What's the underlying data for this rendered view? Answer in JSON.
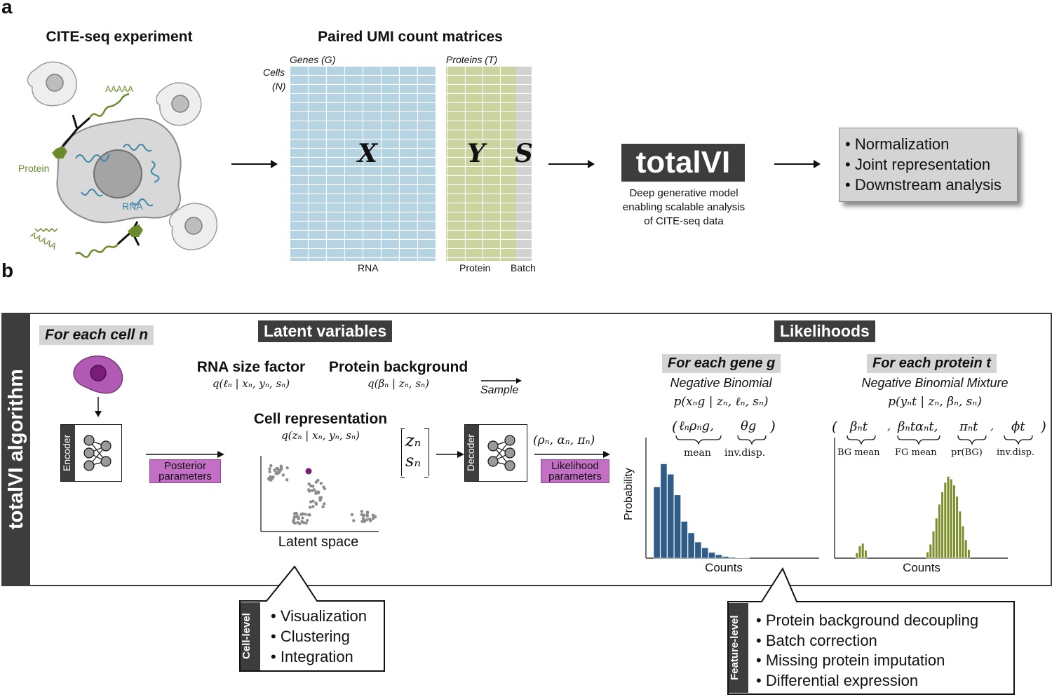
{
  "panel_a": {
    "letter": "a",
    "experiment_title": "CITE-seq experiment",
    "polyA_label": "AAAAA",
    "polyA_label_2": "AAAAA",
    "protein_label": "Protein",
    "rna_label": "RNA",
    "matrices_title": "Paired UMI count matrices",
    "genes_label": "Genes (G)",
    "proteins_label": "Proteins (T)",
    "cells_label_1": "Cells",
    "cells_label_2": "(N)",
    "matrix_x": "X",
    "matrix_y": "Y",
    "matrix_s": "S",
    "rna_caption": "RNA",
    "protein_caption": "Protein",
    "batch_caption": "Batch",
    "brand": "totalVI",
    "brand_desc": [
      "Deep generative model",
      "enabling scalable analysis",
      "of CITE-seq data"
    ],
    "outputs": [
      "Normalization",
      "Joint representation",
      "Downstream analysis"
    ],
    "colors": {
      "rna": "#b6d3e2",
      "protein": "#cbd39f",
      "batch": "#d2d2d2",
      "brand_bg": "#3d3d3d"
    }
  },
  "panel_b": {
    "letter": "b",
    "side_title": "totalVI algorithm",
    "for_each_cell": "For each cell n",
    "latent_header": "Latent variables",
    "likelihood_header": "Likelihoods",
    "encoder": "Encoder",
    "decoder": "Decoder",
    "posterior_params": [
      "Posterior",
      "parameters"
    ],
    "likelihood_params": [
      "Likelihood",
      "parameters"
    ],
    "rna_size_title": "RNA size factor",
    "rna_size_formula": "q(ℓₙ | xₙ, yₙ, sₙ)",
    "protein_bg_title": "Protein background",
    "protein_bg_formula": "q(βₙ | zₙ, sₙ)",
    "sample_label": "Sample",
    "cell_rep_title": "Cell representation",
    "cell_rep_formula": "q(zₙ | xₙ, yₙ, sₙ)",
    "latent_space": "Latent space",
    "zn": "zₙ",
    "sn": "sₙ",
    "decoder_out": "(ρₙ, αₙ, πₙ)",
    "gene_header": "For each gene g",
    "gene_dist": "Negative Binomial",
    "gene_formula": "p(xₙg | zₙ, ℓₙ, sₙ)",
    "gene_params_open": "(",
    "gene_param_mean": "ℓₙρₙg,",
    "gene_param_disp": "θg",
    "gene_params_close": ")",
    "gene_mean_label": "mean",
    "gene_disp_label": "inv.disp.",
    "protein_header": "For each protein t",
    "protein_dist": "Negative Binomial Mixture",
    "protein_formula": "p(yₙt | zₙ, βₙ, sₙ)",
    "protein_params_open": "(",
    "protein_param_bg": "βₙt",
    "protein_param_fg": "βₙtαₙt,",
    "protein_param_pi": "πₙt",
    "protein_param_phi": "ϕt",
    "protein_params_close": ")",
    "protein_bg_label": "BG mean",
    "protein_fg_label": "FG mean",
    "protein_pi_label": "pr(BG)",
    "protein_phi_label": "inv.disp.",
    "probability_label": "Probability",
    "counts_label_1": "Counts",
    "counts_label_2": "Counts",
    "cell_level_title": "Cell-level",
    "cell_level_items": [
      "Visualization",
      "Clustering",
      "Integration"
    ],
    "feature_level_title": "Feature-level",
    "feature_level_items": [
      "Protein background decoupling",
      "Batch correction",
      "Missing protein imputation",
      "Differential expression"
    ],
    "colors": {
      "nb_bars": "#2f5d87",
      "nbm_bars": "#7a8f2a",
      "magenta": "#c46fc6",
      "cell_purple": "#b05ab3",
      "dot_grey": "#8c8c8c",
      "dot_purple": "#7b1e7a"
    }
  },
  "chart_data": [
    {
      "type": "bar",
      "xlabel": "Counts",
      "ylabel": "Probability",
      "values": [
        0.62,
        0.82,
        0.73,
        0.55,
        0.32,
        0.22,
        0.14,
        0.09,
        0.05,
        0.03,
        0.015,
        0.008,
        0.004,
        0.002
      ]
    },
    {
      "type": "bar",
      "xlabel": "Counts",
      "ylabel": "",
      "values": [
        0.06,
        0.14,
        0.17,
        0.09,
        0,
        0,
        0,
        0,
        0,
        0,
        0,
        0,
        0,
        0,
        0,
        0,
        0,
        0,
        0,
        0,
        0,
        0,
        0,
        0,
        0.07,
        0.16,
        0.31,
        0.46,
        0.62,
        0.76,
        0.87,
        0.94,
        0.91,
        0.84,
        0.71,
        0.54,
        0.37,
        0.21,
        0.1
      ]
    }
  ]
}
